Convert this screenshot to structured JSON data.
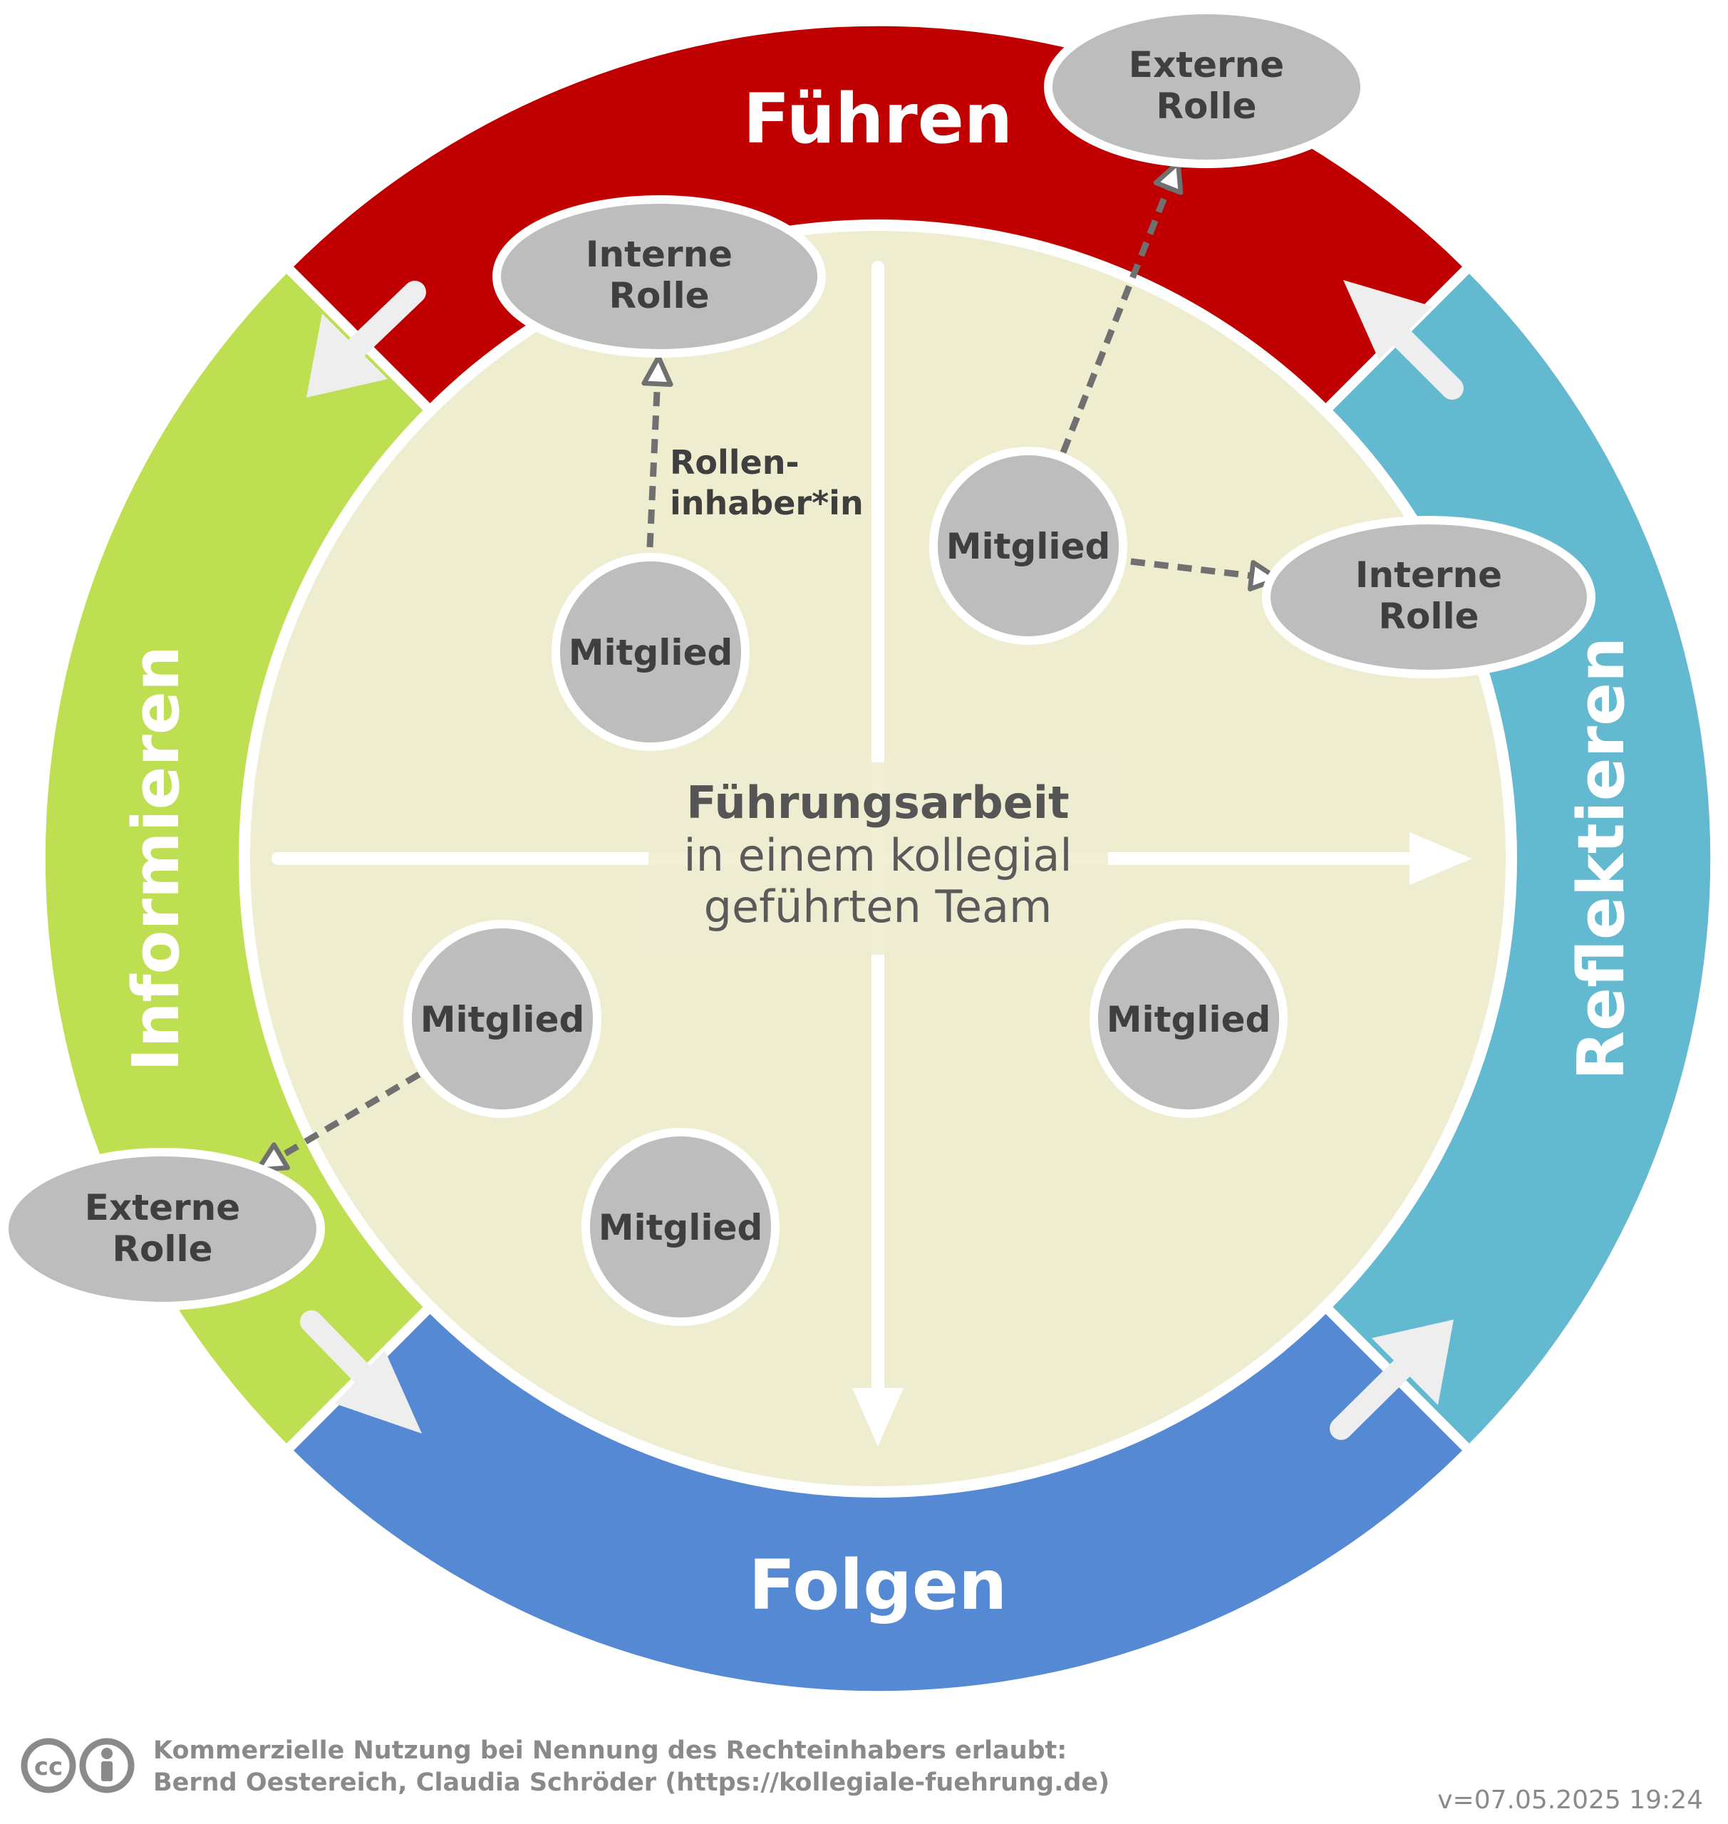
{
  "segments": {
    "top": "Führen",
    "right": "Reflektieren",
    "bottom": "Folgen",
    "left": "Informieren"
  },
  "colors": {
    "fuehren": "#c00000",
    "reflektieren": "#63b9cf",
    "folgen": "#5589d4",
    "informieren": "#bfdf52",
    "center": "#efedd0",
    "node": "#bdbdbd",
    "text": "#3f3f3f"
  },
  "center": {
    "title": "Führungsarbeit",
    "line2": "in einem kollegial",
    "line3": "geführten Team"
  },
  "members": {
    "m1": "Mitglied",
    "m2": "Mitglied",
    "m3": "Mitglied",
    "m4": "Mitglied",
    "m5": "Mitglied"
  },
  "roles": {
    "internal_top": [
      "Interne",
      "Rolle"
    ],
    "external_top": [
      "Externe",
      "Rolle"
    ],
    "internal_right": [
      "Interne",
      "Rolle"
    ],
    "external_left": [
      "Externe",
      "Rolle"
    ]
  },
  "role_holder": [
    "Rollen-",
    "inhaber*in"
  ],
  "footer": {
    "license_line1": "Kommerzielle Nutzung bei Nennung des Rechteinhabers erlaubt:",
    "license_line2": "Bernd Oestereich, Claudia Schröder (https://kollegiale-fuehrung.de)",
    "version": "v=07.05.2025 19:24",
    "cc_badge": "cc",
    "icons": [
      "cc-icon",
      "by-person-icon"
    ]
  }
}
